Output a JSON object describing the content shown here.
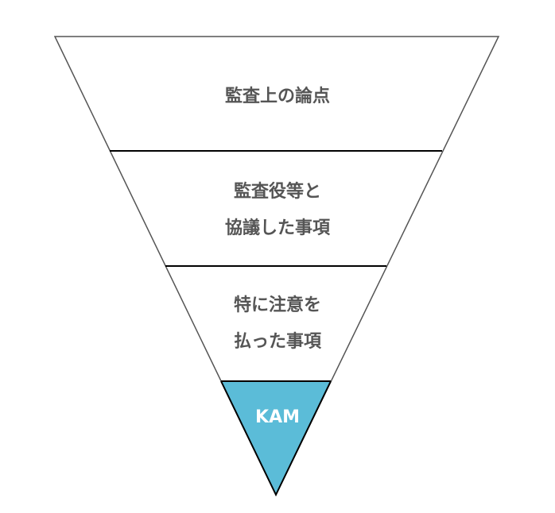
{
  "colors": {
    "kam_fill": "#5bbcd8",
    "line": "#555555",
    "text": "#555555",
    "kam_text": "#ffffff"
  },
  "levels": [
    {
      "lines": [
        "監査上の論点"
      ]
    },
    {
      "lines": [
        "監査役等と",
        "協議した事項"
      ]
    },
    {
      "lines": [
        "特に注意を",
        "払った事項"
      ]
    },
    {
      "lines": [
        "KAM"
      ]
    }
  ]
}
